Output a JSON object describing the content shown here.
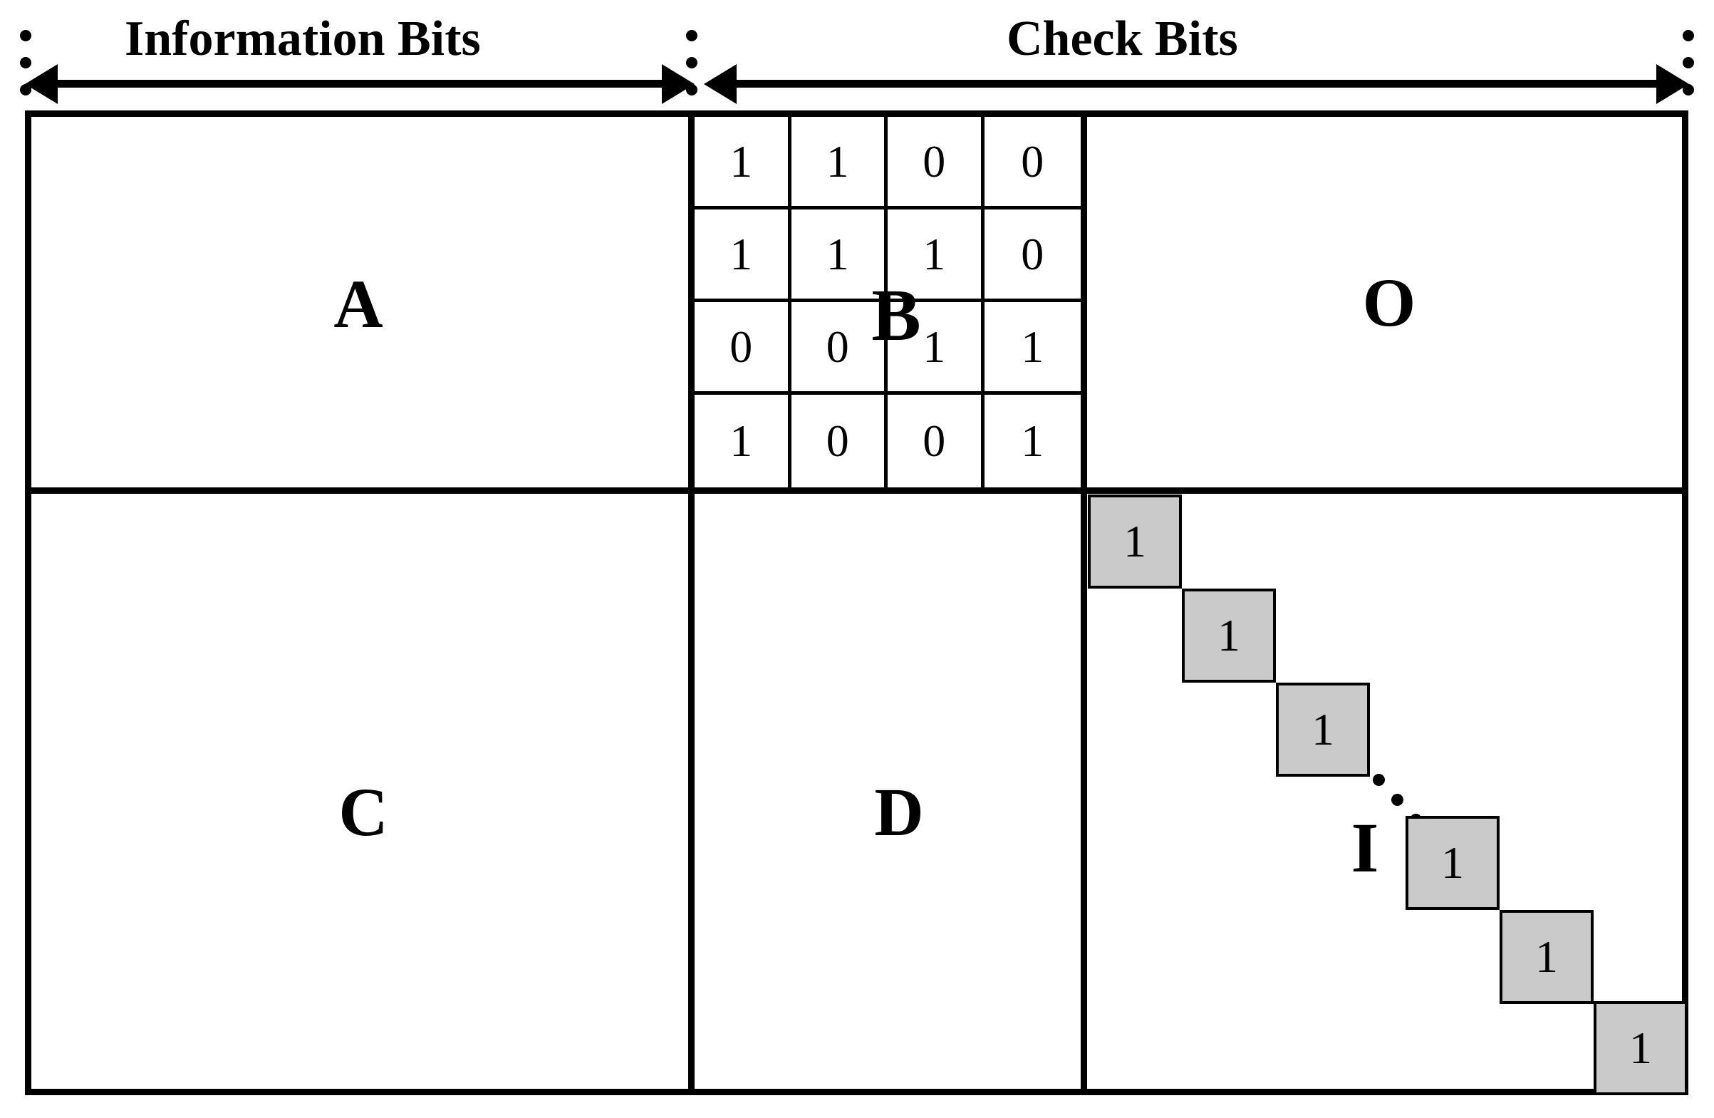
{
  "figure": {
    "title": "Parity check matrix block structure",
    "type": "block-matrix-diagram"
  },
  "header": {
    "information_bits_label": "Information Bits",
    "check_bits_label": "Check Bits"
  },
  "blocks": {
    "a_label": "A",
    "b_label": "B",
    "o_label": "O",
    "c_label": "C",
    "d_label": "D",
    "i_label": "I"
  },
  "b_matrix": {
    "rows": 4,
    "cols": 4,
    "values": [
      [
        "1",
        "1",
        "0",
        "0"
      ],
      [
        "1",
        "1",
        "1",
        "0"
      ],
      [
        "0",
        "0",
        "1",
        "1"
      ],
      [
        "1",
        "0",
        "0",
        "1"
      ]
    ]
  },
  "identity_matrix": {
    "diagonal_values": [
      "1",
      "1",
      "1",
      "1",
      "1",
      "1"
    ],
    "ellipsis_dots": 3
  },
  "colors": {
    "line": "#000000",
    "identity_fill": "#cacaca",
    "background": "#ffffff"
  }
}
